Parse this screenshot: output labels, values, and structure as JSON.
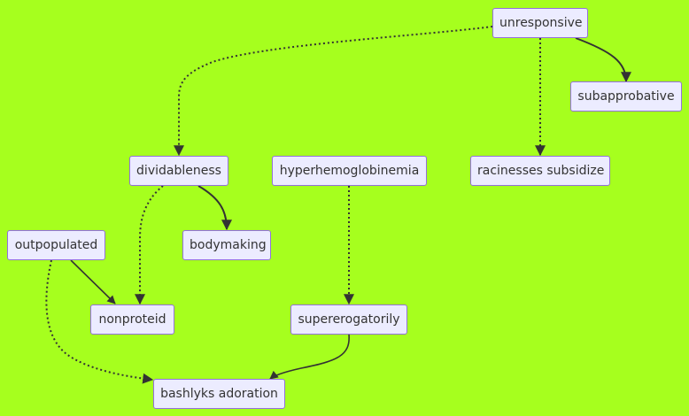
{
  "diagram": {
    "nodes": {
      "unresponsive": "unresponsive",
      "subapprobative": "subapprobative",
      "racinesses_subsidize": "racinesses subsidize",
      "dividableness": "dividableness",
      "hyperhemoglobinemia": "hyperhemoglobinemia",
      "outpopulated": "outpopulated",
      "bodymaking": "bodymaking",
      "nonproteid": "nonproteid",
      "supererogatorily": "supererogatorily",
      "bashlyks_adoration": "bashlyks adoration"
    },
    "edges": [
      {
        "from": "unresponsive",
        "to": "subapprobative",
        "style": "solid"
      },
      {
        "from": "unresponsive",
        "to": "racinesses subsidize",
        "style": "dotted"
      },
      {
        "from": "unresponsive",
        "to": "dividableness",
        "style": "dotted"
      },
      {
        "from": "dividableness",
        "to": "bodymaking",
        "style": "solid"
      },
      {
        "from": "dividableness",
        "to": "nonproteid",
        "style": "dotted"
      },
      {
        "from": "outpopulated",
        "to": "nonproteid",
        "style": "solid"
      },
      {
        "from": "outpopulated",
        "to": "bashlyks adoration",
        "style": "dotted"
      },
      {
        "from": "hyperhemoglobinemia",
        "to": "supererogatorily",
        "style": "dotted"
      },
      {
        "from": "supererogatorily",
        "to": "bashlyks adoration",
        "style": "solid"
      }
    ],
    "colors": {
      "background": "#a6ff1e",
      "node_fill": "#ececff",
      "node_border": "#9370db",
      "edge": "#333333",
      "text": "#333333"
    }
  }
}
